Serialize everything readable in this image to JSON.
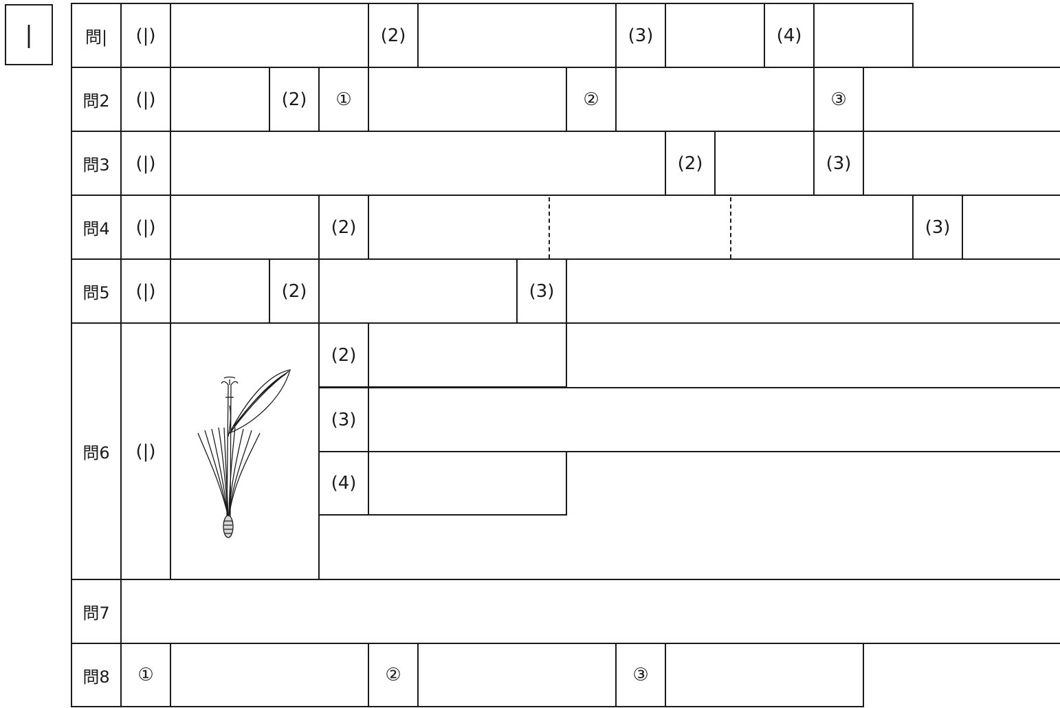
{
  "section": {
    "number": "|"
  },
  "q1": {
    "label": "問|",
    "p1": "(|)",
    "p2": "(2)",
    "p3": "(3)",
    "p4": "(4)"
  },
  "q2": {
    "label": "問2",
    "p1": "(|)",
    "p2": "(2)",
    "c1": "①",
    "c2": "②",
    "c3": "③"
  },
  "q3": {
    "label": "問3",
    "p1": "(|)",
    "p2": "(2)",
    "p3": "(3)"
  },
  "q4": {
    "label": "問4",
    "p1": "(|)",
    "p2": "(2)",
    "p3": "(3)"
  },
  "q5": {
    "label": "問5",
    "p1": "(|)",
    "p2": "(2)",
    "p3": "(3)"
  },
  "q6": {
    "label": "問6",
    "p1": "(|)",
    "p2": "(2)",
    "p3": "(3)",
    "p4": "(4)",
    "figure_icon": "flower-stamen-pistil-illustration"
  },
  "q7": {
    "label": "問7"
  },
  "q8": {
    "label": "問8",
    "c1": "①",
    "c2": "②",
    "c3": "③"
  }
}
